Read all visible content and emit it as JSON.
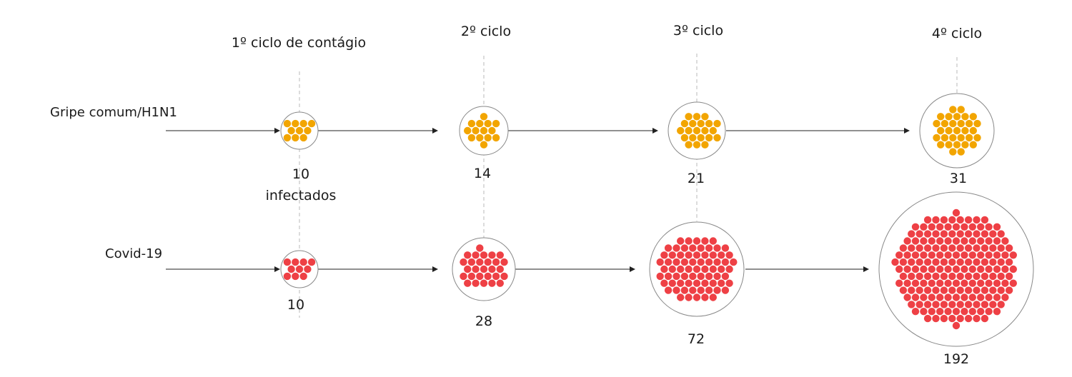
{
  "colors": {
    "flu": "#f2a500",
    "covid": "#ee4045",
    "ring": "#888888",
    "guide": "#b8b8b8",
    "arrow": "#222222"
  },
  "cycles": [
    "1º ciclo de contágio",
    "2º ciclo",
    "3º ciclo",
    "4º ciclo"
  ],
  "rows": [
    {
      "label": "Gripe comum/H1N1",
      "counts": [
        10,
        14,
        21,
        31
      ],
      "count_labels": [
        "10",
        "14",
        "21",
        "31"
      ],
      "suffix": "infectados"
    },
    {
      "label": "Covid-19",
      "counts": [
        10,
        28,
        72,
        192
      ],
      "count_labels": [
        "10",
        "28",
        "72",
        "192"
      ]
    }
  ]
}
